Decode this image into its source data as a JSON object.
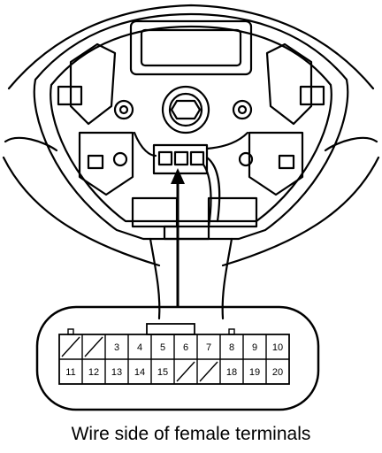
{
  "caption": "Wire side of female terminals",
  "connector": {
    "top_row": [
      "",
      "",
      "3",
      "4",
      "5",
      "6",
      "7",
      "8",
      "9",
      "10"
    ],
    "bottom_row": [
      "11",
      "12",
      "13",
      "14",
      "15",
      "",
      "",
      "18",
      "19",
      "20"
    ],
    "blank_top": [
      0,
      1
    ],
    "blank_bottom": [
      5,
      6
    ]
  }
}
